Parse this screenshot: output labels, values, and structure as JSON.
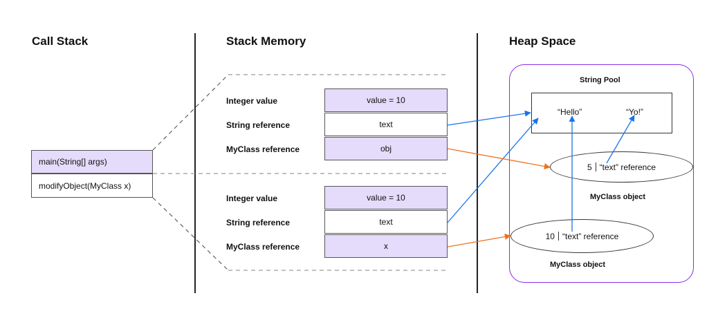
{
  "headings": {
    "call_stack": "Call Stack",
    "stack_memory": "Stack Memory",
    "heap_space": "Heap Space"
  },
  "call_stack": {
    "frames": [
      "main(String[] args)",
      "modifyObject(MyClass x)"
    ]
  },
  "stack_memory": {
    "frames": [
      {
        "rows": [
          {
            "label": "Integer value",
            "value": "value = 10"
          },
          {
            "label": "String reference",
            "value": "text"
          },
          {
            "label": "MyClass reference",
            "value": "obj"
          }
        ]
      },
      {
        "rows": [
          {
            "label": "Integer value",
            "value": "value = 10"
          },
          {
            "label": "String reference",
            "value": "text"
          },
          {
            "label": "MyClass reference",
            "value": "x"
          }
        ]
      }
    ]
  },
  "heap": {
    "string_pool": {
      "title": "String Pool",
      "strings": [
        "“Hello”",
        "“Yo!”"
      ]
    },
    "objects": [
      {
        "value": "5",
        "field": "“text” reference",
        "label": "MyClass object"
      },
      {
        "value": "10",
        "field": "“text” reference",
        "label": "MyClass object"
      }
    ]
  },
  "colors": {
    "highlight_fill": "#e5dbfa",
    "heap_border": "#8a2be2",
    "string_arrow": "#1a73e8",
    "object_arrow": "#f07020"
  }
}
